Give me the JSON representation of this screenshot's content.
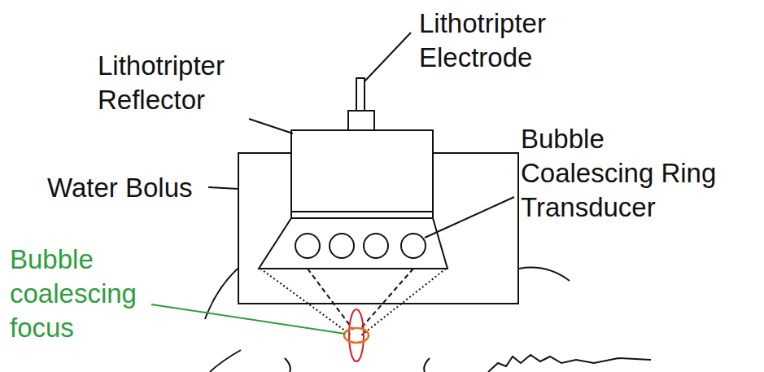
{
  "diagram": {
    "labels": [
      "Lithotripter Electrode",
      "Lithotripter Reflector",
      "Water Bolus",
      "Bubble Coalescing Ring Transducer",
      "Bubble coalescing focus"
    ]
  }
}
